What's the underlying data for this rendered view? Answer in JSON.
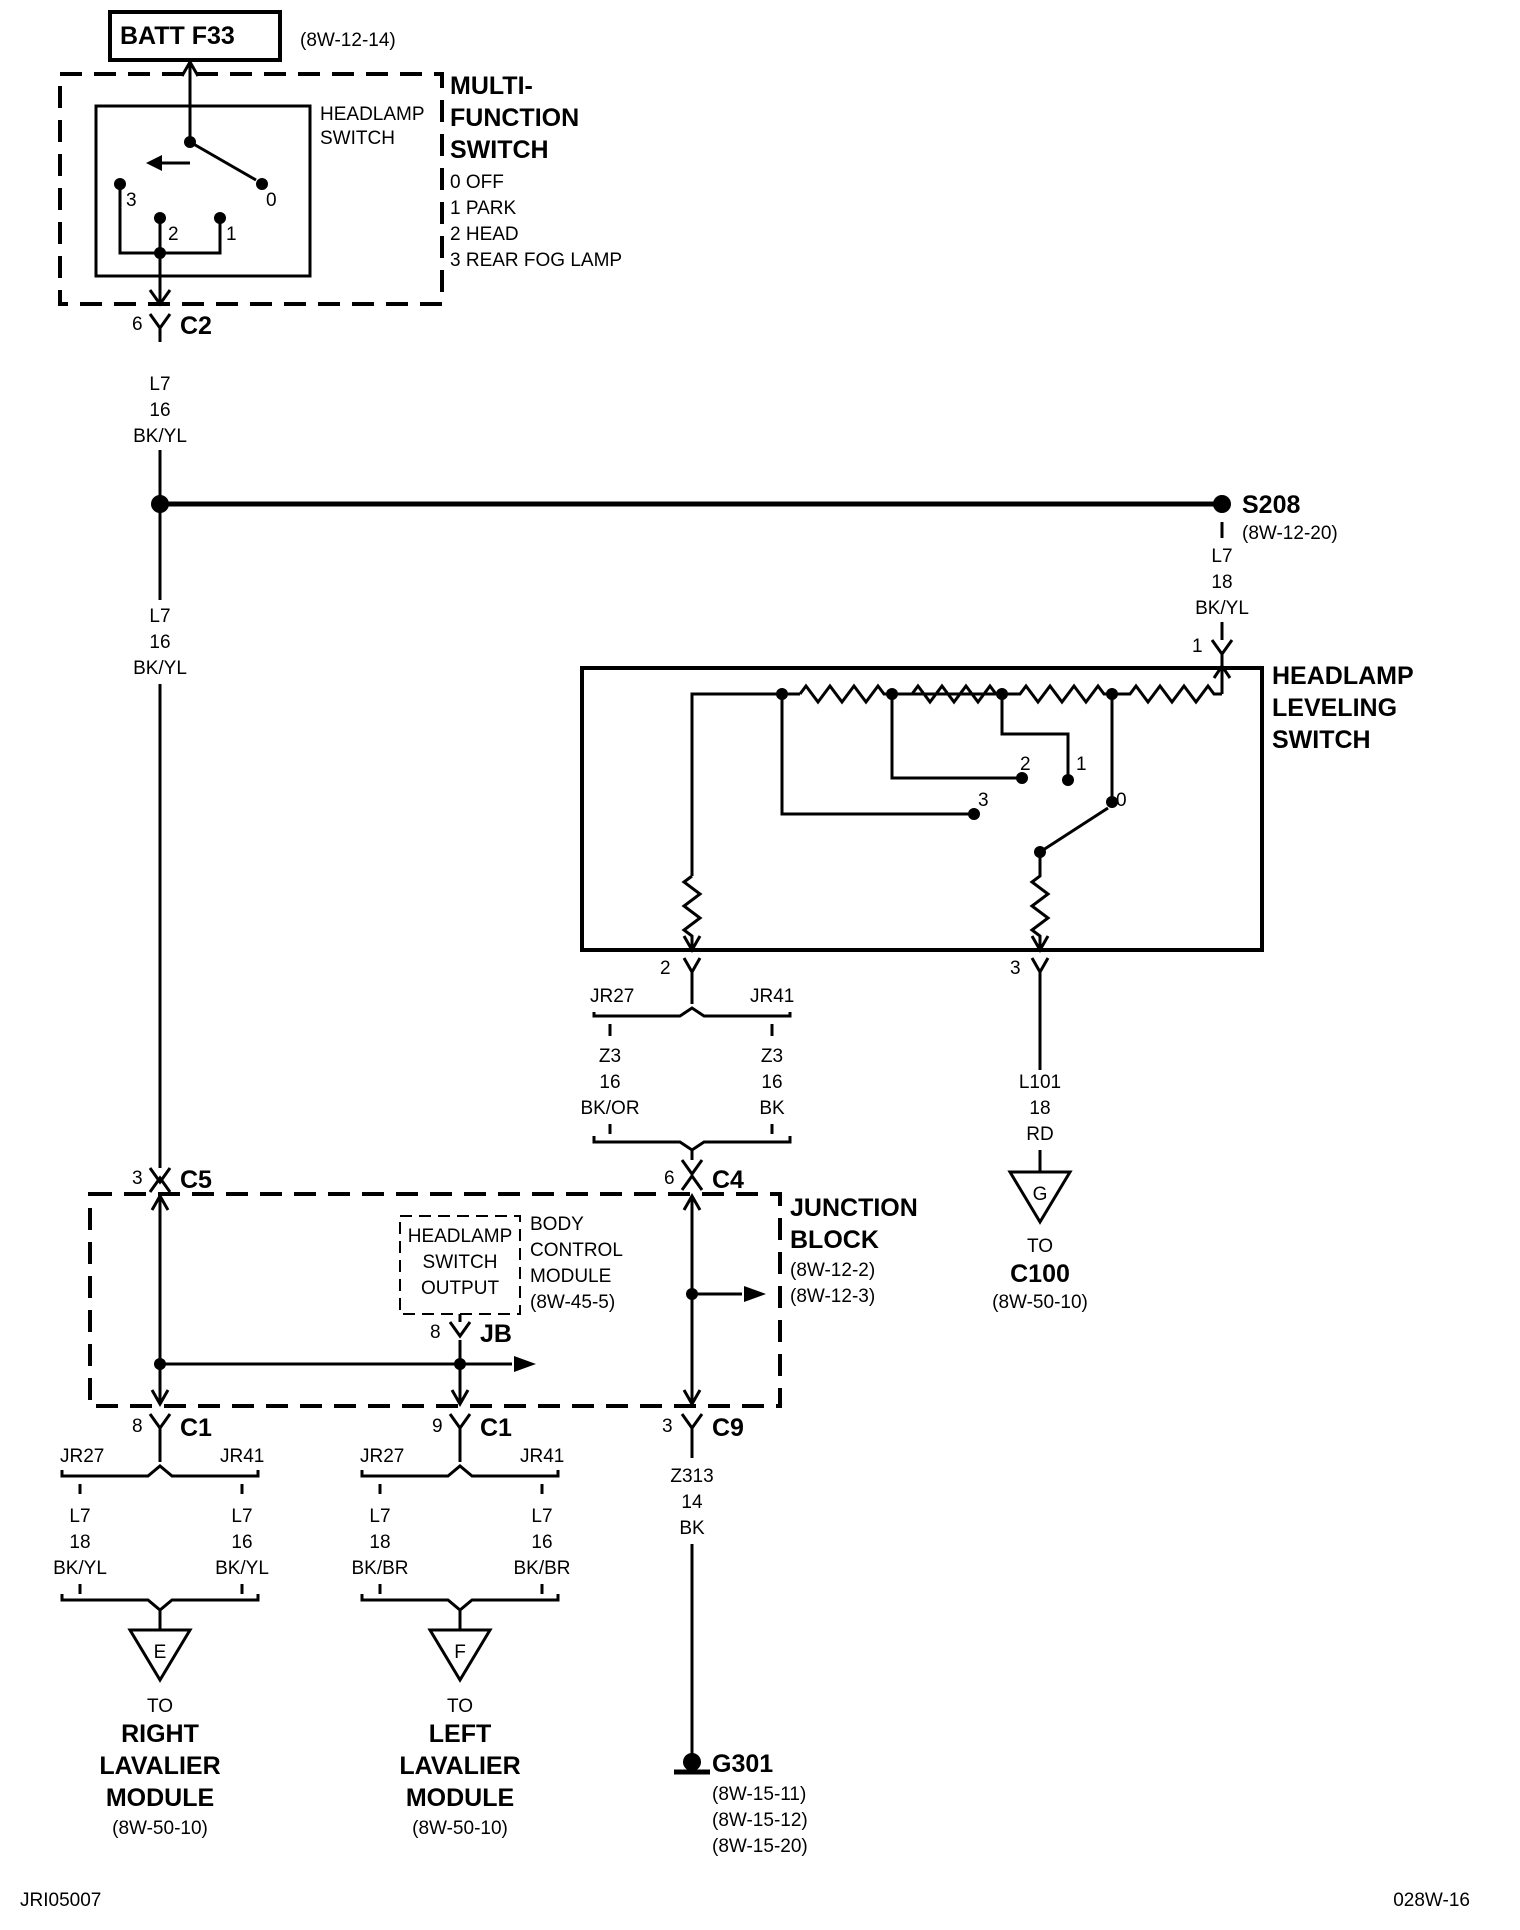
{
  "batt": {
    "label": "BATT F33",
    "ref": "(8W-12-14)"
  },
  "multifunction": {
    "title": [
      "MULTI-",
      "FUNCTION",
      "SWITCH"
    ],
    "sub": [
      "HEADLAMP",
      "SWITCH"
    ],
    "positions": [
      "0 OFF",
      "1 PARK",
      "2 HEAD",
      "3 REAR FOG LAMP"
    ],
    "contacts": [
      "3",
      "2",
      "1",
      "0"
    ],
    "connector": {
      "pin": "6",
      "name": "C2"
    }
  },
  "wire_l7_a": [
    "L7",
    "16",
    "BK/YL"
  ],
  "wire_l7_b": [
    "L7",
    "16",
    "BK/YL"
  ],
  "splice": {
    "name": "S208",
    "ref": "(8W-12-20)"
  },
  "wire_l7_c": [
    "L7",
    "18",
    "BK/YL"
  ],
  "leveling": {
    "title": [
      "HEADLAMP",
      "LEVELING",
      "SWITCH"
    ],
    "pin_in": "1",
    "contacts": [
      "2",
      "1",
      "3",
      "0"
    ],
    "pin2": "2",
    "pin3": "3"
  },
  "option_z3": {
    "left": "JR27",
    "right": "JR41"
  },
  "wire_z3_left": [
    "Z3",
    "16",
    "BK/OR"
  ],
  "wire_z3_right": [
    "Z3",
    "16",
    "BK"
  ],
  "wire_l101": [
    "L101",
    "18",
    "RD"
  ],
  "ground_g": {
    "letter": "G",
    "to": "TO",
    "dest": "C100",
    "ref": "(8W-50-10)"
  },
  "junction": {
    "title": [
      "JUNCTION",
      "BLOCK"
    ],
    "refs": [
      "(8W-12-2)",
      "(8W-12-3)"
    ],
    "c5": {
      "pin": "3",
      "name": "C5"
    },
    "c4": {
      "pin": "6",
      "name": "C4"
    },
    "bcm_box": [
      "HEADLAMP",
      "SWITCH",
      "OUTPUT"
    ],
    "bcm_label": [
      "BODY",
      "CONTROL",
      "MODULE",
      "(8W-45-5)"
    ],
    "jb": {
      "pin": "8",
      "name": "JB"
    },
    "c1a": {
      "pin": "8",
      "name": "C1"
    },
    "c1b": {
      "pin": "9",
      "name": "C1"
    },
    "c9": {
      "pin": "3",
      "name": "C9"
    }
  },
  "option_e": {
    "left": "JR27",
    "right": "JR41"
  },
  "wire_e_left": [
    "L7",
    "18",
    "BK/YL"
  ],
  "wire_e_right": [
    "L7",
    "16",
    "BK/YL"
  ],
  "dest_e": {
    "letter": "E",
    "to": "TO",
    "dest": [
      "RIGHT",
      "LAVALIER",
      "MODULE"
    ],
    "ref": "(8W-50-10)"
  },
  "option_f": {
    "left": "JR27",
    "right": "JR41"
  },
  "wire_f_left": [
    "L7",
    "18",
    "BK/BR"
  ],
  "wire_f_right": [
    "L7",
    "16",
    "BK/BR"
  ],
  "dest_f": {
    "letter": "F",
    "to": "TO",
    "dest": [
      "LEFT",
      "LAVALIER",
      "MODULE"
    ],
    "ref": "(8W-50-10)"
  },
  "wire_z313": [
    "Z313",
    "14",
    "BK"
  ],
  "ground_g301": {
    "name": "G301",
    "refs": [
      "(8W-15-11)",
      "(8W-15-12)",
      "(8W-15-20)"
    ]
  },
  "footer": {
    "left": "JRI05007",
    "right": "028W-16"
  }
}
